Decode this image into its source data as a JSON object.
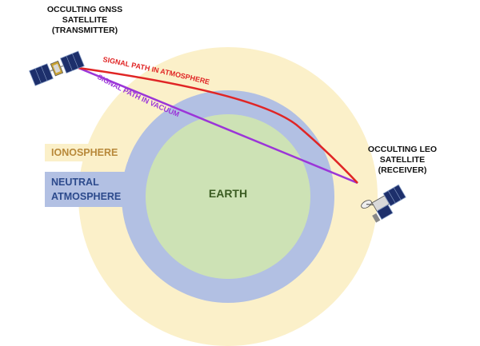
{
  "layers": {
    "ionosphere": "IONOSPHERE",
    "neutral_atmosphere_line1": "NEUTRAL",
    "neutral_atmosphere_line2": "ATMOSPHERE",
    "earth": "EARTH"
  },
  "transmitter": {
    "line1": "OCCULTING GNSS",
    "line2": "SATELLITE",
    "line3": "(TRANSMITTER)"
  },
  "receiver": {
    "line1": "OCCULTING LEO",
    "line2": "SATELLITE",
    "line3": "(RECEIVER)"
  },
  "paths": {
    "atmosphere": "SIGNAL PATH IN ATMOSPHERE",
    "vacuum": "SIGNAL PATH IN VACUUM"
  },
  "colors": {
    "ionosphere": "#fbf0c9",
    "ionosphere_label_bg": "#fbf0c9",
    "ionosphere_text": "#b8893a",
    "neutral": "#b2c0e3",
    "neutral_text": "#2c4a8c",
    "earth": "#cde2b5",
    "earth_text": "#3b5c22",
    "atmosphere_path": "#e02525",
    "vacuum_path": "#9b35d8"
  }
}
